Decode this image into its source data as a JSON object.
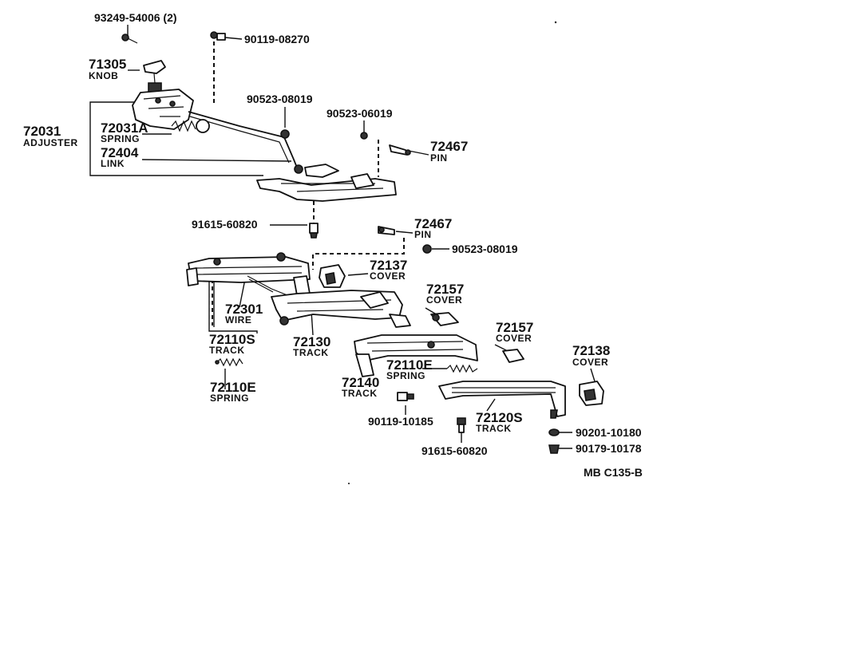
{
  "parts": {
    "p93249": {
      "number": "93249-54006 (2)"
    },
    "p90119a": {
      "number": "90119-08270"
    },
    "p71305": {
      "number": "71305",
      "name": "KNOB"
    },
    "p90523a": {
      "number": "90523-08019"
    },
    "p90523b": {
      "number": "90523-06019"
    },
    "p72031": {
      "number": "72031",
      "name": "ADJUSTER"
    },
    "p72031a": {
      "number": "72031A",
      "name": "SPRING"
    },
    "p72404": {
      "number": "72404",
      "name": "LINK"
    },
    "p72467a": {
      "number": "72467",
      "name": "PIN"
    },
    "p91615a": {
      "number": "91615-60820"
    },
    "p72467b": {
      "number": "72467",
      "name": "PIN"
    },
    "p90523c": {
      "number": "90523-08019"
    },
    "p72137": {
      "number": "72137",
      "name": "COVER"
    },
    "p72157a": {
      "number": "72157",
      "name": "COVER"
    },
    "p72301": {
      "number": "72301",
      "name": "WIRE"
    },
    "p72110s": {
      "number": "72110S",
      "name": "TRACK"
    },
    "p72130": {
      "number": "72130",
      "name": "TRACK"
    },
    "p72157b": {
      "number": "72157",
      "name": "COVER"
    },
    "p72138": {
      "number": "72138",
      "name": "COVER"
    },
    "p72110e_a": {
      "number": "72110E",
      "name": "SPRING"
    },
    "p72110e_b": {
      "number": "72110E",
      "name": "SPRING"
    },
    "p72140": {
      "number": "72140",
      "name": "TRACK"
    },
    "p90119b": {
      "number": "90119-10185"
    },
    "p72120s": {
      "number": "72120S",
      "name": "TRACK"
    },
    "p90201": {
      "number": "90201-10180"
    },
    "p90179": {
      "number": "90179-10178"
    },
    "p91615b": {
      "number": "91615-60820"
    }
  },
  "footer": {
    "code": "MB  C135-B"
  }
}
